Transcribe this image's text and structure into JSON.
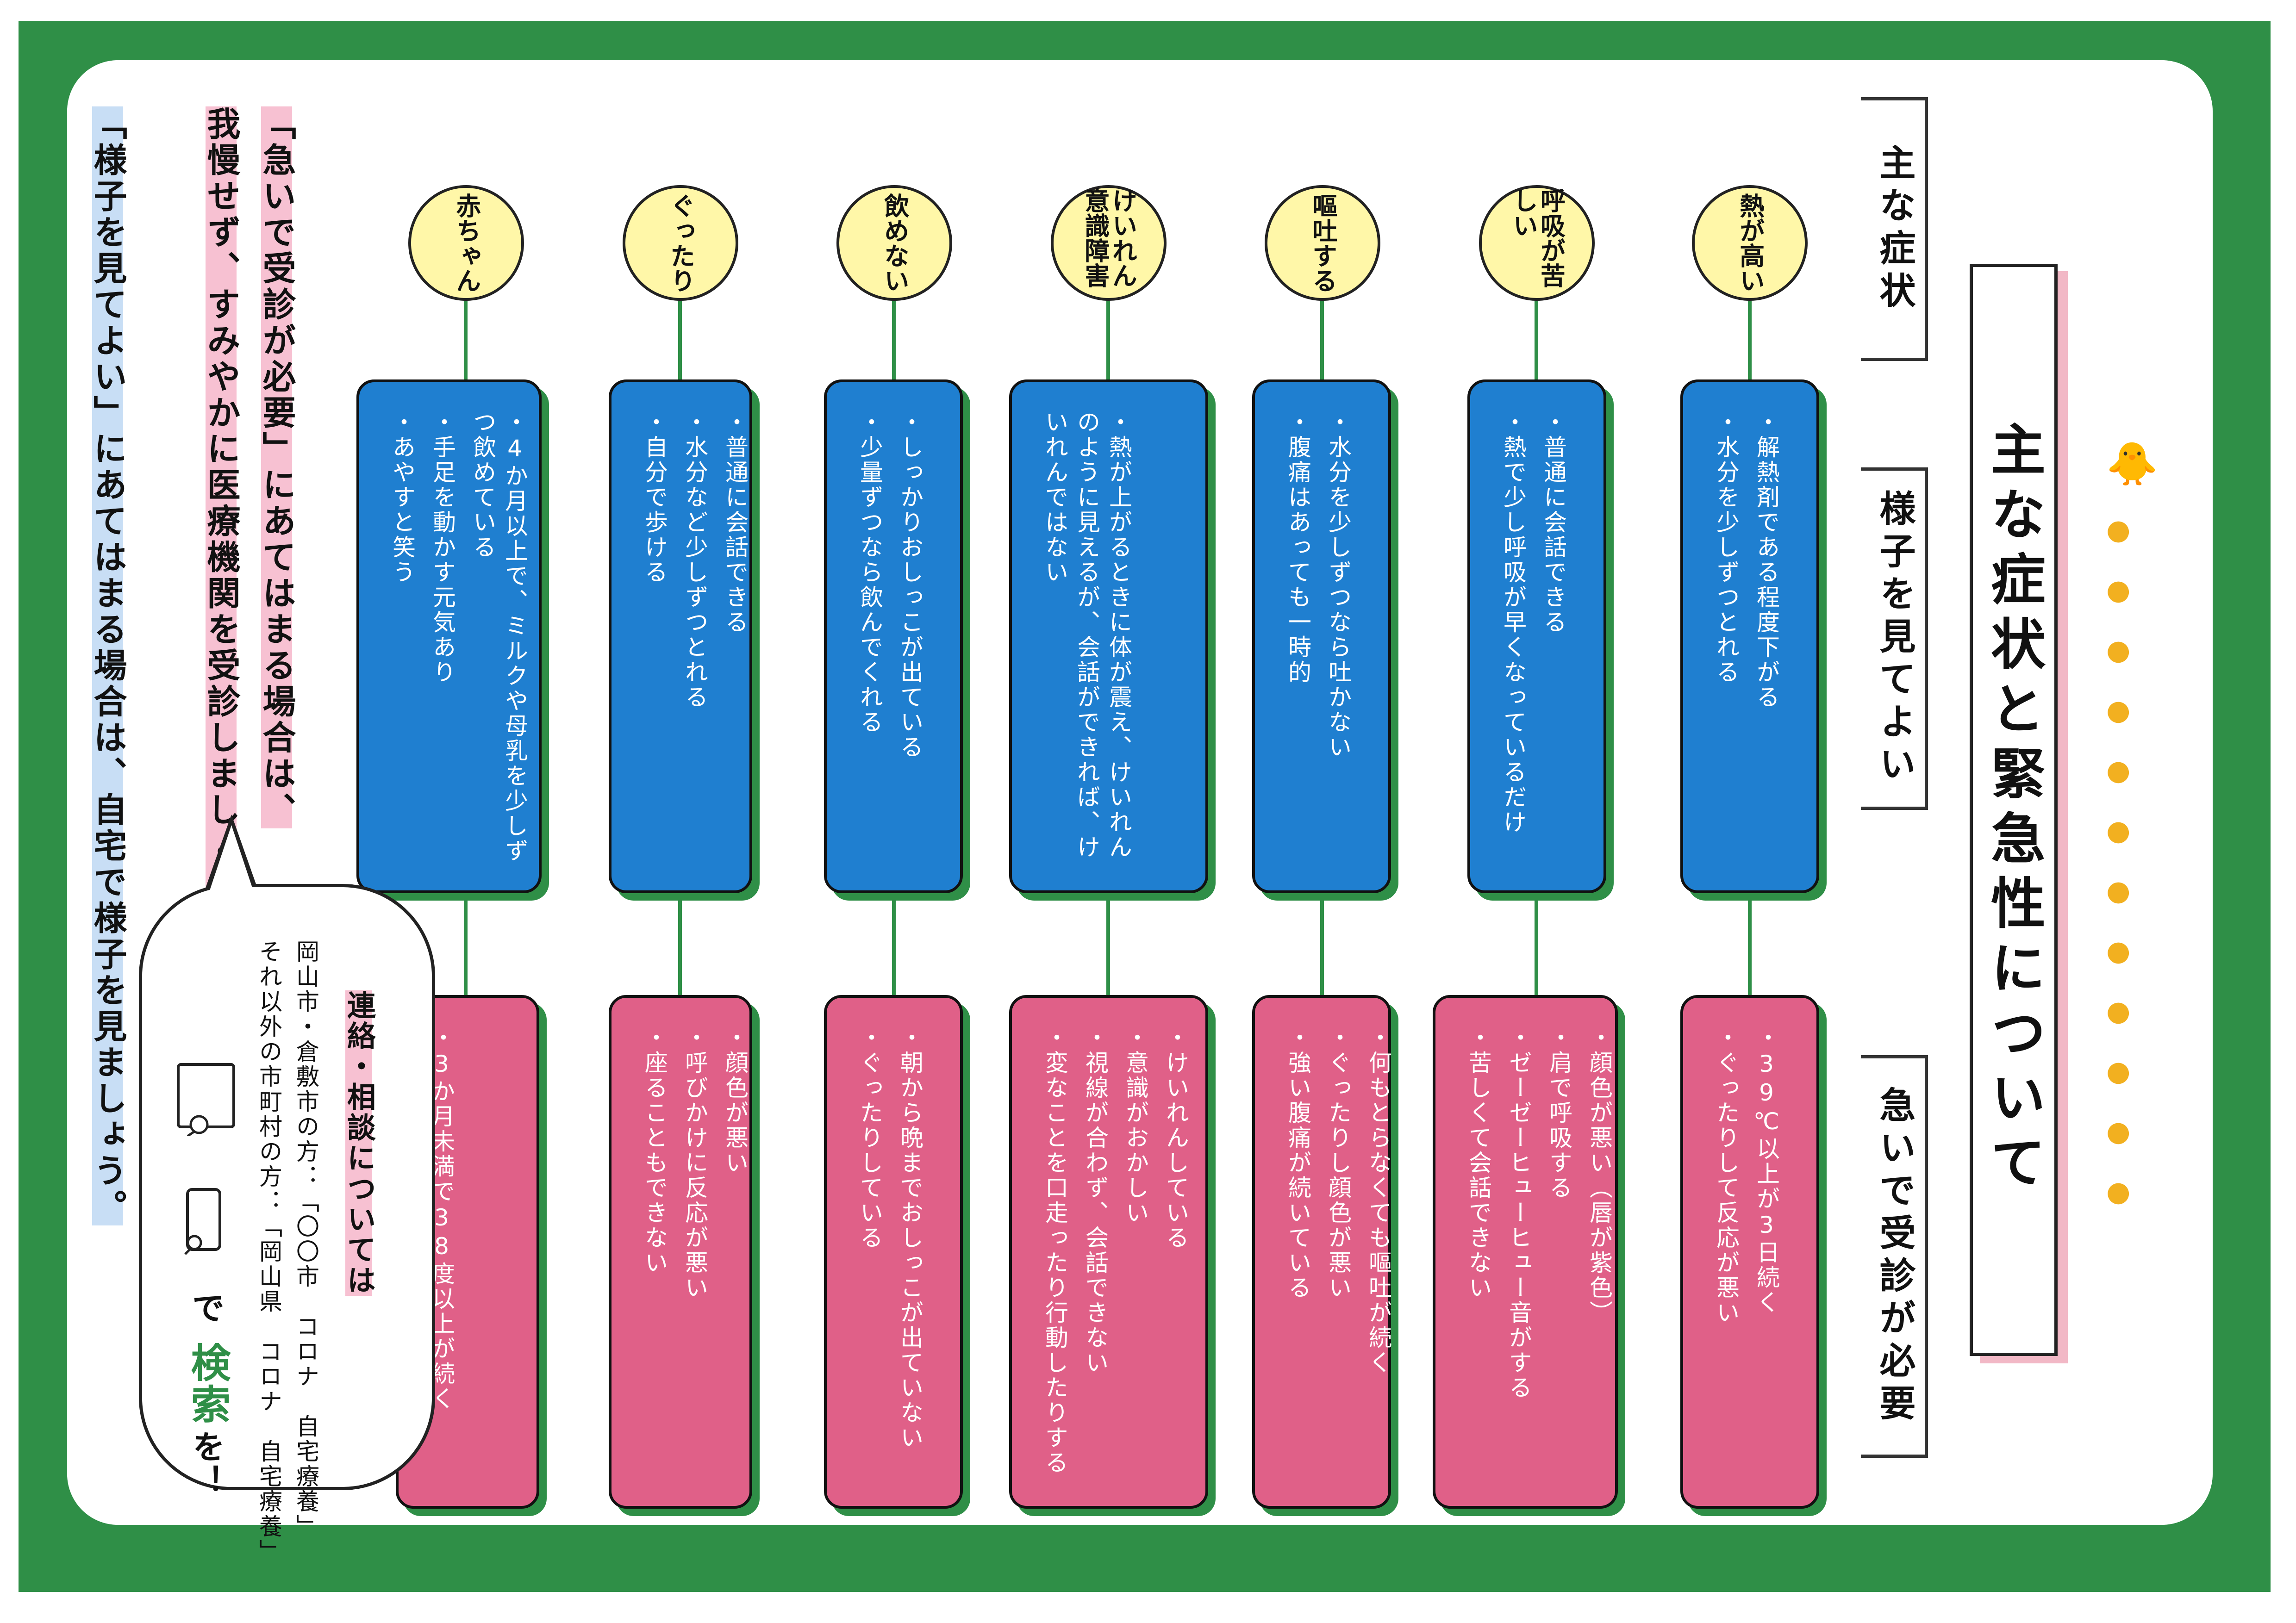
{
  "title": "主な症状と緊急性について",
  "labels": {
    "symptoms": "主な症状",
    "watch": "様子を見てよい",
    "urgent": "急いで受診が必要"
  },
  "columns": [
    {
      "symptom": "熱が高い",
      "watch": [
        "解熱剤である程度下がる",
        "水分を少しずつとれる"
      ],
      "urgent": [
        "39℃以上が3日続く",
        "ぐったりして反応が悪い"
      ]
    },
    {
      "symptom": "呼吸が苦しい",
      "watch": [
        "普通に会話できる",
        "熱で少し呼吸が早くなっているだけ"
      ],
      "urgent": [
        "顔色が悪い（唇が紫色）",
        "肩で呼吸する",
        "ゼーゼーヒューヒュー音がする",
        "苦しくて会話できない"
      ]
    },
    {
      "symptom": "嘔吐する",
      "watch": [
        "水分を少しずつなら吐かない",
        "腹痛はあっても一時的"
      ],
      "urgent": [
        "何もとらなくても嘔吐が続く",
        "ぐったりし顔色が悪い",
        "強い腹痛が続いている"
      ]
    },
    {
      "symptom": "けいれん 意識障害",
      "watch": [
        "熱が上がるときに体が震え、けいれんのように見えるが、会話ができれば、けいれんではない"
      ],
      "urgent": [
        "けいれんしている",
        "意識がおかしい",
        "視線が合わず、会話できない",
        "変なことを口走ったり行動したりする"
      ]
    },
    {
      "symptom": "飲めない",
      "watch": [
        "しっかりおしっこが出ている",
        "少量ずつなら飲んでくれる"
      ],
      "urgent": [
        "朝から晩までおしっこが出ていない",
        "ぐったりしている"
      ]
    },
    {
      "symptom": "ぐったり",
      "watch": [
        "普通に会話できる",
        "水分など少しずつとれる",
        "自分で歩ける"
      ],
      "urgent": [
        "顔色が悪い",
        "呼びかけに反応が悪い",
        "座ることもできない"
      ]
    },
    {
      "symptom": "赤ちゃん",
      "watch": [
        "4か月以上で、ミルクや母乳を少しずつ飲めている",
        "手足を動かす元気あり",
        "あやすと笑う"
      ],
      "urgent": [
        "3か月未満で38度以上が続く"
      ]
    }
  ],
  "notes": {
    "line1": "「急いで受診が必要」にあてはまる場合は、",
    "line2": "我慢せず、すみやかに医療機関を受診しましょう！",
    "line3": "「様子を見てよい」にあてはまる場合は、自宅で様子を見ましょう。"
  },
  "contact": {
    "heading": "連絡・相談については",
    "line1": "岡山市・倉敷市の方：「〇〇市　コロナ　自宅療養」",
    "line2": "それ以外の市町村の方：「岡山県　コロナ　自宅療養」",
    "search_de": "で",
    "search_word": "検索",
    "search_wo": "を！"
  },
  "colors": {
    "green": "#2f8f47",
    "blue": "#1f7fd0",
    "pink": "#e06088",
    "yellow": "#fff7a8"
  }
}
